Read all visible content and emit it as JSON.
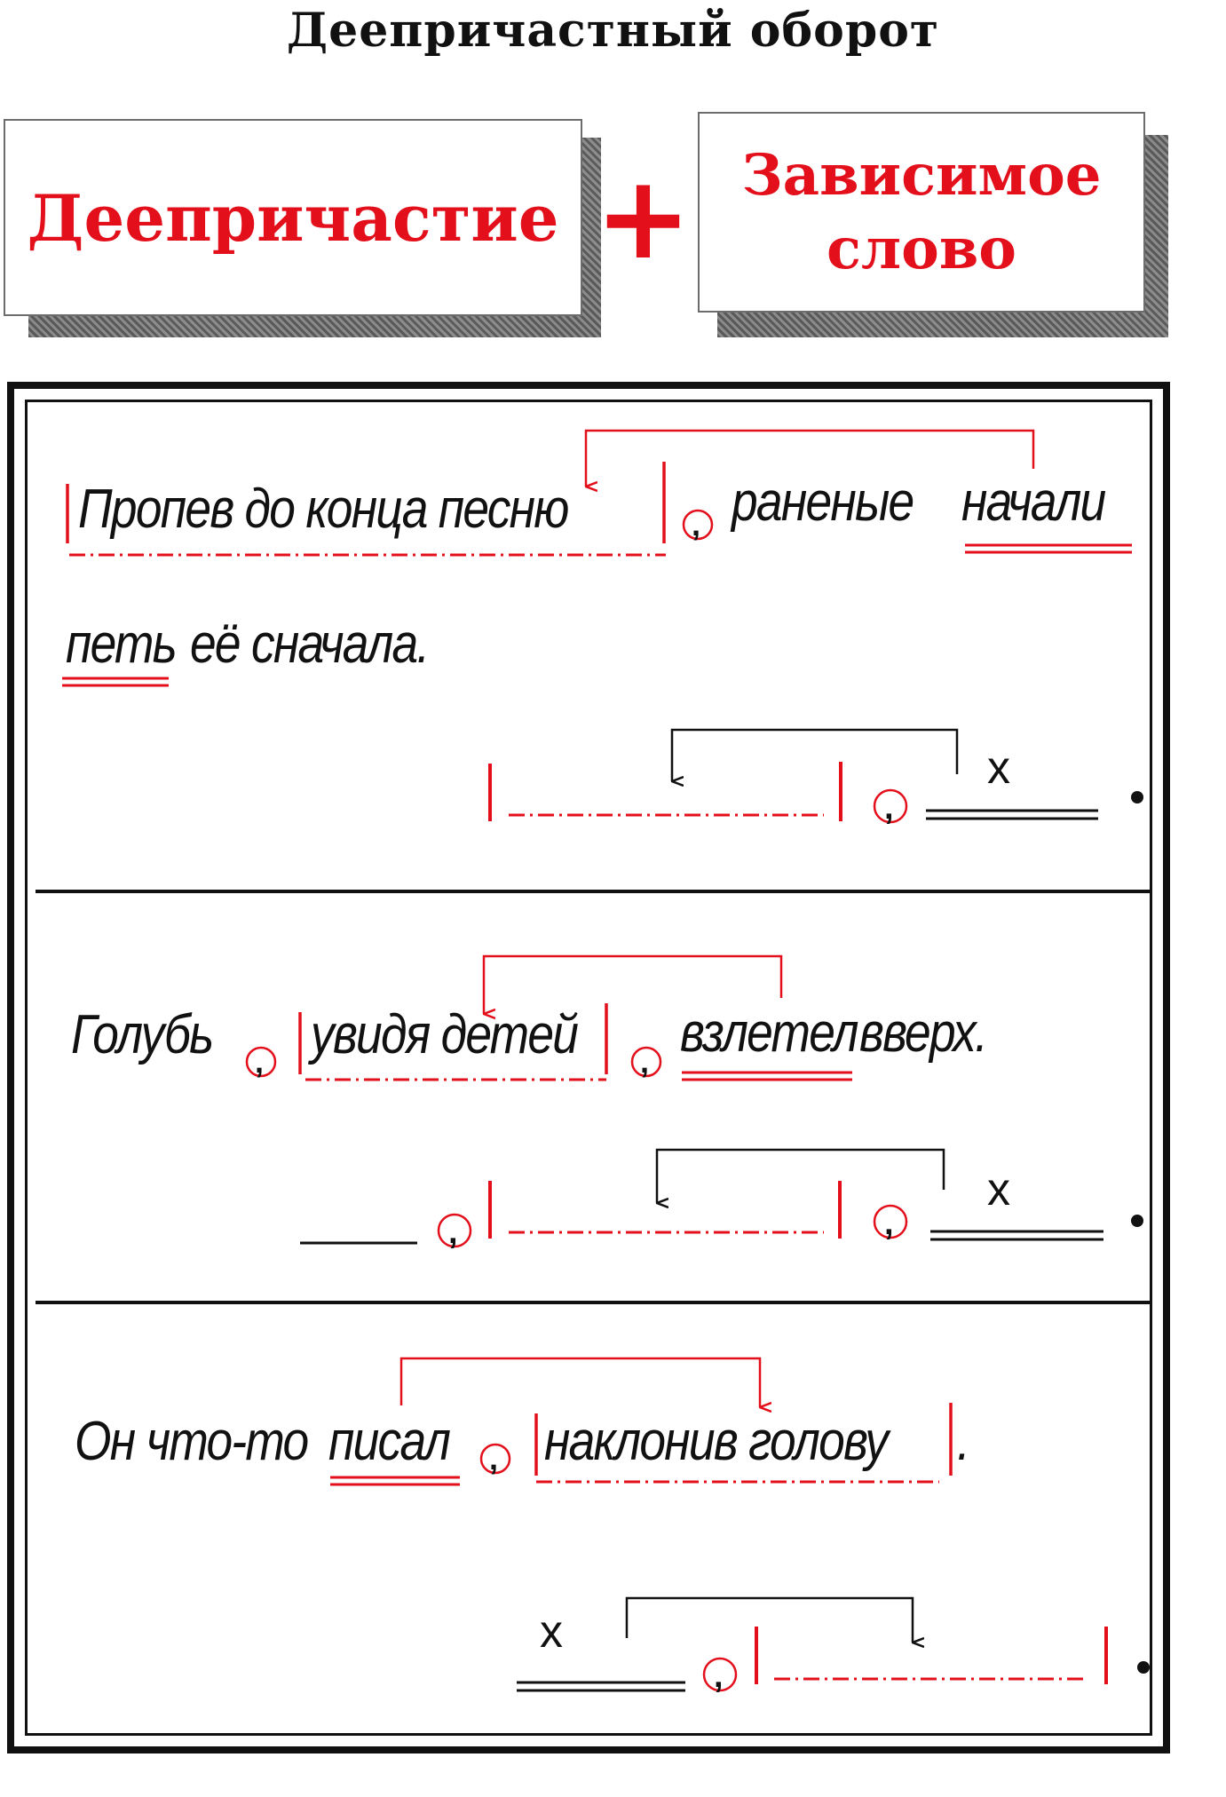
{
  "title": "Деепричастный оборот",
  "formula": {
    "left": "Деепричастие",
    "operator": "+",
    "right_line1": "Зависимое",
    "right_line2": "слово"
  },
  "examples": [
    {
      "line1_a": "Пропев до конца песню",
      "line1_b": "раненые",
      "line1_c": "начали",
      "line2_a": "петь",
      "line2_b": "её сначала.",
      "scheme_x": "x"
    },
    {
      "a": "Голубь",
      "b": "увидя детей",
      "c": "взлетел",
      "d": "вверх.",
      "scheme_x": "x"
    },
    {
      "a": "Он что-то",
      "b": "писал",
      "c": "наклонив голову",
      "d": ".",
      "scheme_x": "x"
    }
  ],
  "colors": {
    "accent": "#e3101c",
    "ink": "#111111"
  }
}
